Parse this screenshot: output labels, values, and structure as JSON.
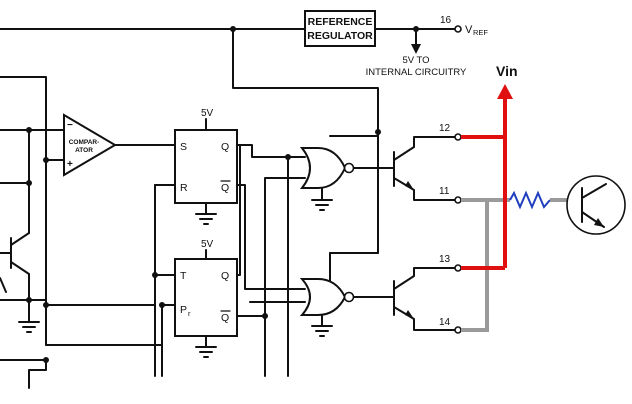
{
  "labels": {
    "reference_regulator_line1": "REFERENCE",
    "reference_regulator_line2": "REGULATOR",
    "vref_pin": "16",
    "vref_label": "V",
    "vref_subscript": "REF",
    "internal_line1": "5V TO",
    "internal_line2": "INTERNAL CIRCUITRY",
    "vin": "Vin",
    "comparator_line1": "COMPAR-",
    "comparator_line2": "ATOR",
    "comparator_minus": "−",
    "comparator_plus": "+",
    "sr_supply": "5V",
    "sr_s": "S",
    "sr_r": "R",
    "sr_q": "Q",
    "sr_qbar": "Q",
    "t_supply": "5V",
    "t_t": "T",
    "t_pr": "P",
    "t_pr_sub": "r",
    "t_q": "Q",
    "t_qbar": "Q",
    "pin_12": "12",
    "pin_11": "11",
    "pin_13": "13",
    "pin_14": "14"
  },
  "colors": {
    "wire": "#111111",
    "vin_rail": "#e01010",
    "output_bus": "#9a9a9a",
    "resistor": "#1f3fbf"
  }
}
